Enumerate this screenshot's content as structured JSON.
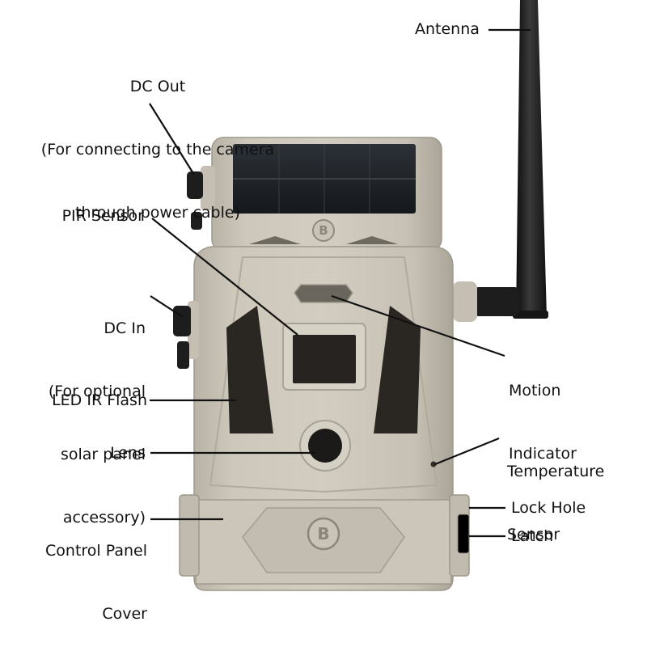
{
  "labels": {
    "antenna": "Antenna",
    "dc_out": [
      "DC Out",
      "(For connecting to the camera",
      "through power cable)"
    ],
    "pir_sensor": "PIR Sensor",
    "dc_in": [
      "DC In",
      "(For optional",
      "solar panel",
      "accessory)"
    ],
    "motion_indicator": [
      "Motion",
      "Indicator"
    ],
    "led_ir_flash": "LED IR Flash",
    "temperature_sensor": [
      "Temperature",
      "Sensor"
    ],
    "lens": "Lens",
    "control_panel_cover": [
      "Control Panel",
      "Cover"
    ],
    "lock_hole": "Lock Hole",
    "latch": "Latch"
  },
  "logo_text": "B",
  "colors": {
    "body": "#c9c4b7",
    "body_shadow": "#a9a497",
    "body_highlight": "#dcd8cc",
    "solar_panel": "#1f2328",
    "antenna": "#1b1b1b",
    "text": "#111111",
    "leader_line": "#111111"
  }
}
